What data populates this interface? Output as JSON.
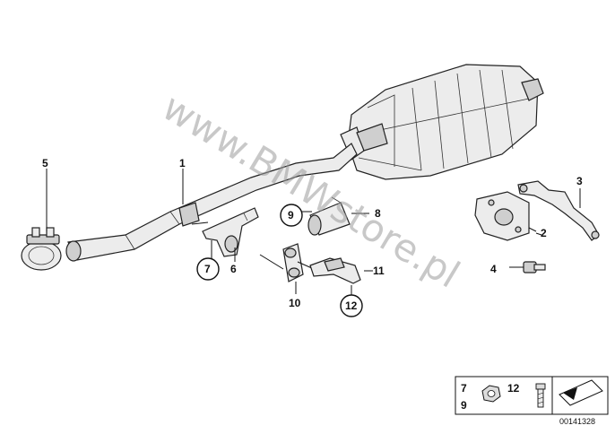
{
  "callouts": {
    "c1": "1",
    "c2": "2",
    "c3": "3",
    "c4": "4",
    "c5": "5",
    "c6": "6",
    "c7": "7",
    "c8": "8",
    "c9": "9",
    "c10": "10",
    "c11": "11",
    "c12": "12"
  },
  "legend": {
    "n7": "7",
    "n9": "9",
    "n12": "12"
  },
  "watermark": "www.BMWstore.pl",
  "diagram_number": "00141328",
  "colors": {
    "line": "#111111",
    "part_fill": "#ececec",
    "part_shade": "#cfcfcf",
    "watermark": "#9a9a9a"
  }
}
